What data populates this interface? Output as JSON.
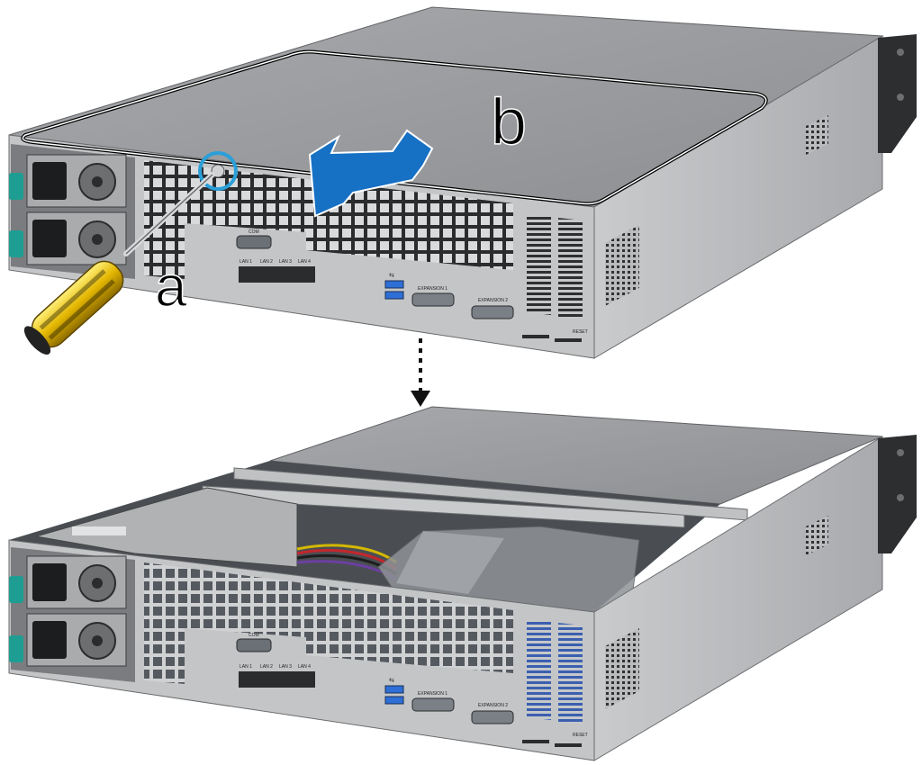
{
  "callouts": {
    "screw_label": "a",
    "cover_label": "b"
  },
  "rear_panel_top": {
    "com_label": "COM",
    "lan_labels": [
      "LAN 1",
      "LAN 2",
      "LAN 3",
      "LAN 4"
    ],
    "expansion1_label": "EXPANSION 1",
    "expansion2_label": "EXPANSION 2",
    "reset_label": "RESET"
  },
  "rear_panel_bottom": {
    "com_label": "COM",
    "lan_labels": [
      "LAN 1",
      "LAN 2",
      "LAN 3",
      "LAN 4"
    ],
    "expansion1_label": "EXPANSION 1",
    "expansion2_label": "EXPANSION 2",
    "reset_label": "RESET"
  },
  "colors": {
    "arrow_blue": "#1670c4",
    "highlight_ring": "#2a9fd8",
    "chassis": "#b4b6b9",
    "cover": "#9a9c9f",
    "handle_teal": "#1e9e92",
    "screwdriver_yellow": "#e0b400",
    "usb_blue": "#2d6fd6"
  },
  "icons": [
    "screwdriver-icon",
    "usb-icon",
    "arrow-down-dotted-icon",
    "slide-arrow-icon"
  ]
}
